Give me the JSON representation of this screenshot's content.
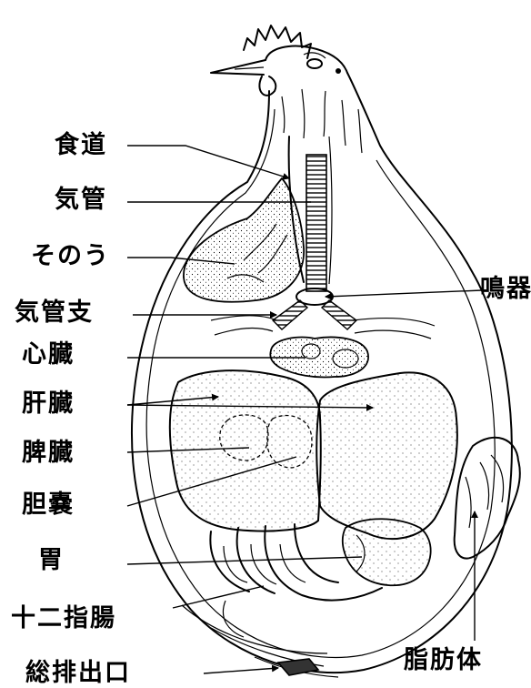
{
  "labels": {
    "esophagus": "食道",
    "trachea": "気管",
    "crop": "そのう",
    "syrinx": "鳴器",
    "bronchi": "気管支",
    "heart": "心臓",
    "liver": "肝臓",
    "spleen": "脾臓",
    "gallbladder": "胆嚢",
    "gizzard": "胃",
    "duodenum": "十二指腸",
    "fat_body": "脂肪体",
    "cloaca": "総排出口"
  }
}
